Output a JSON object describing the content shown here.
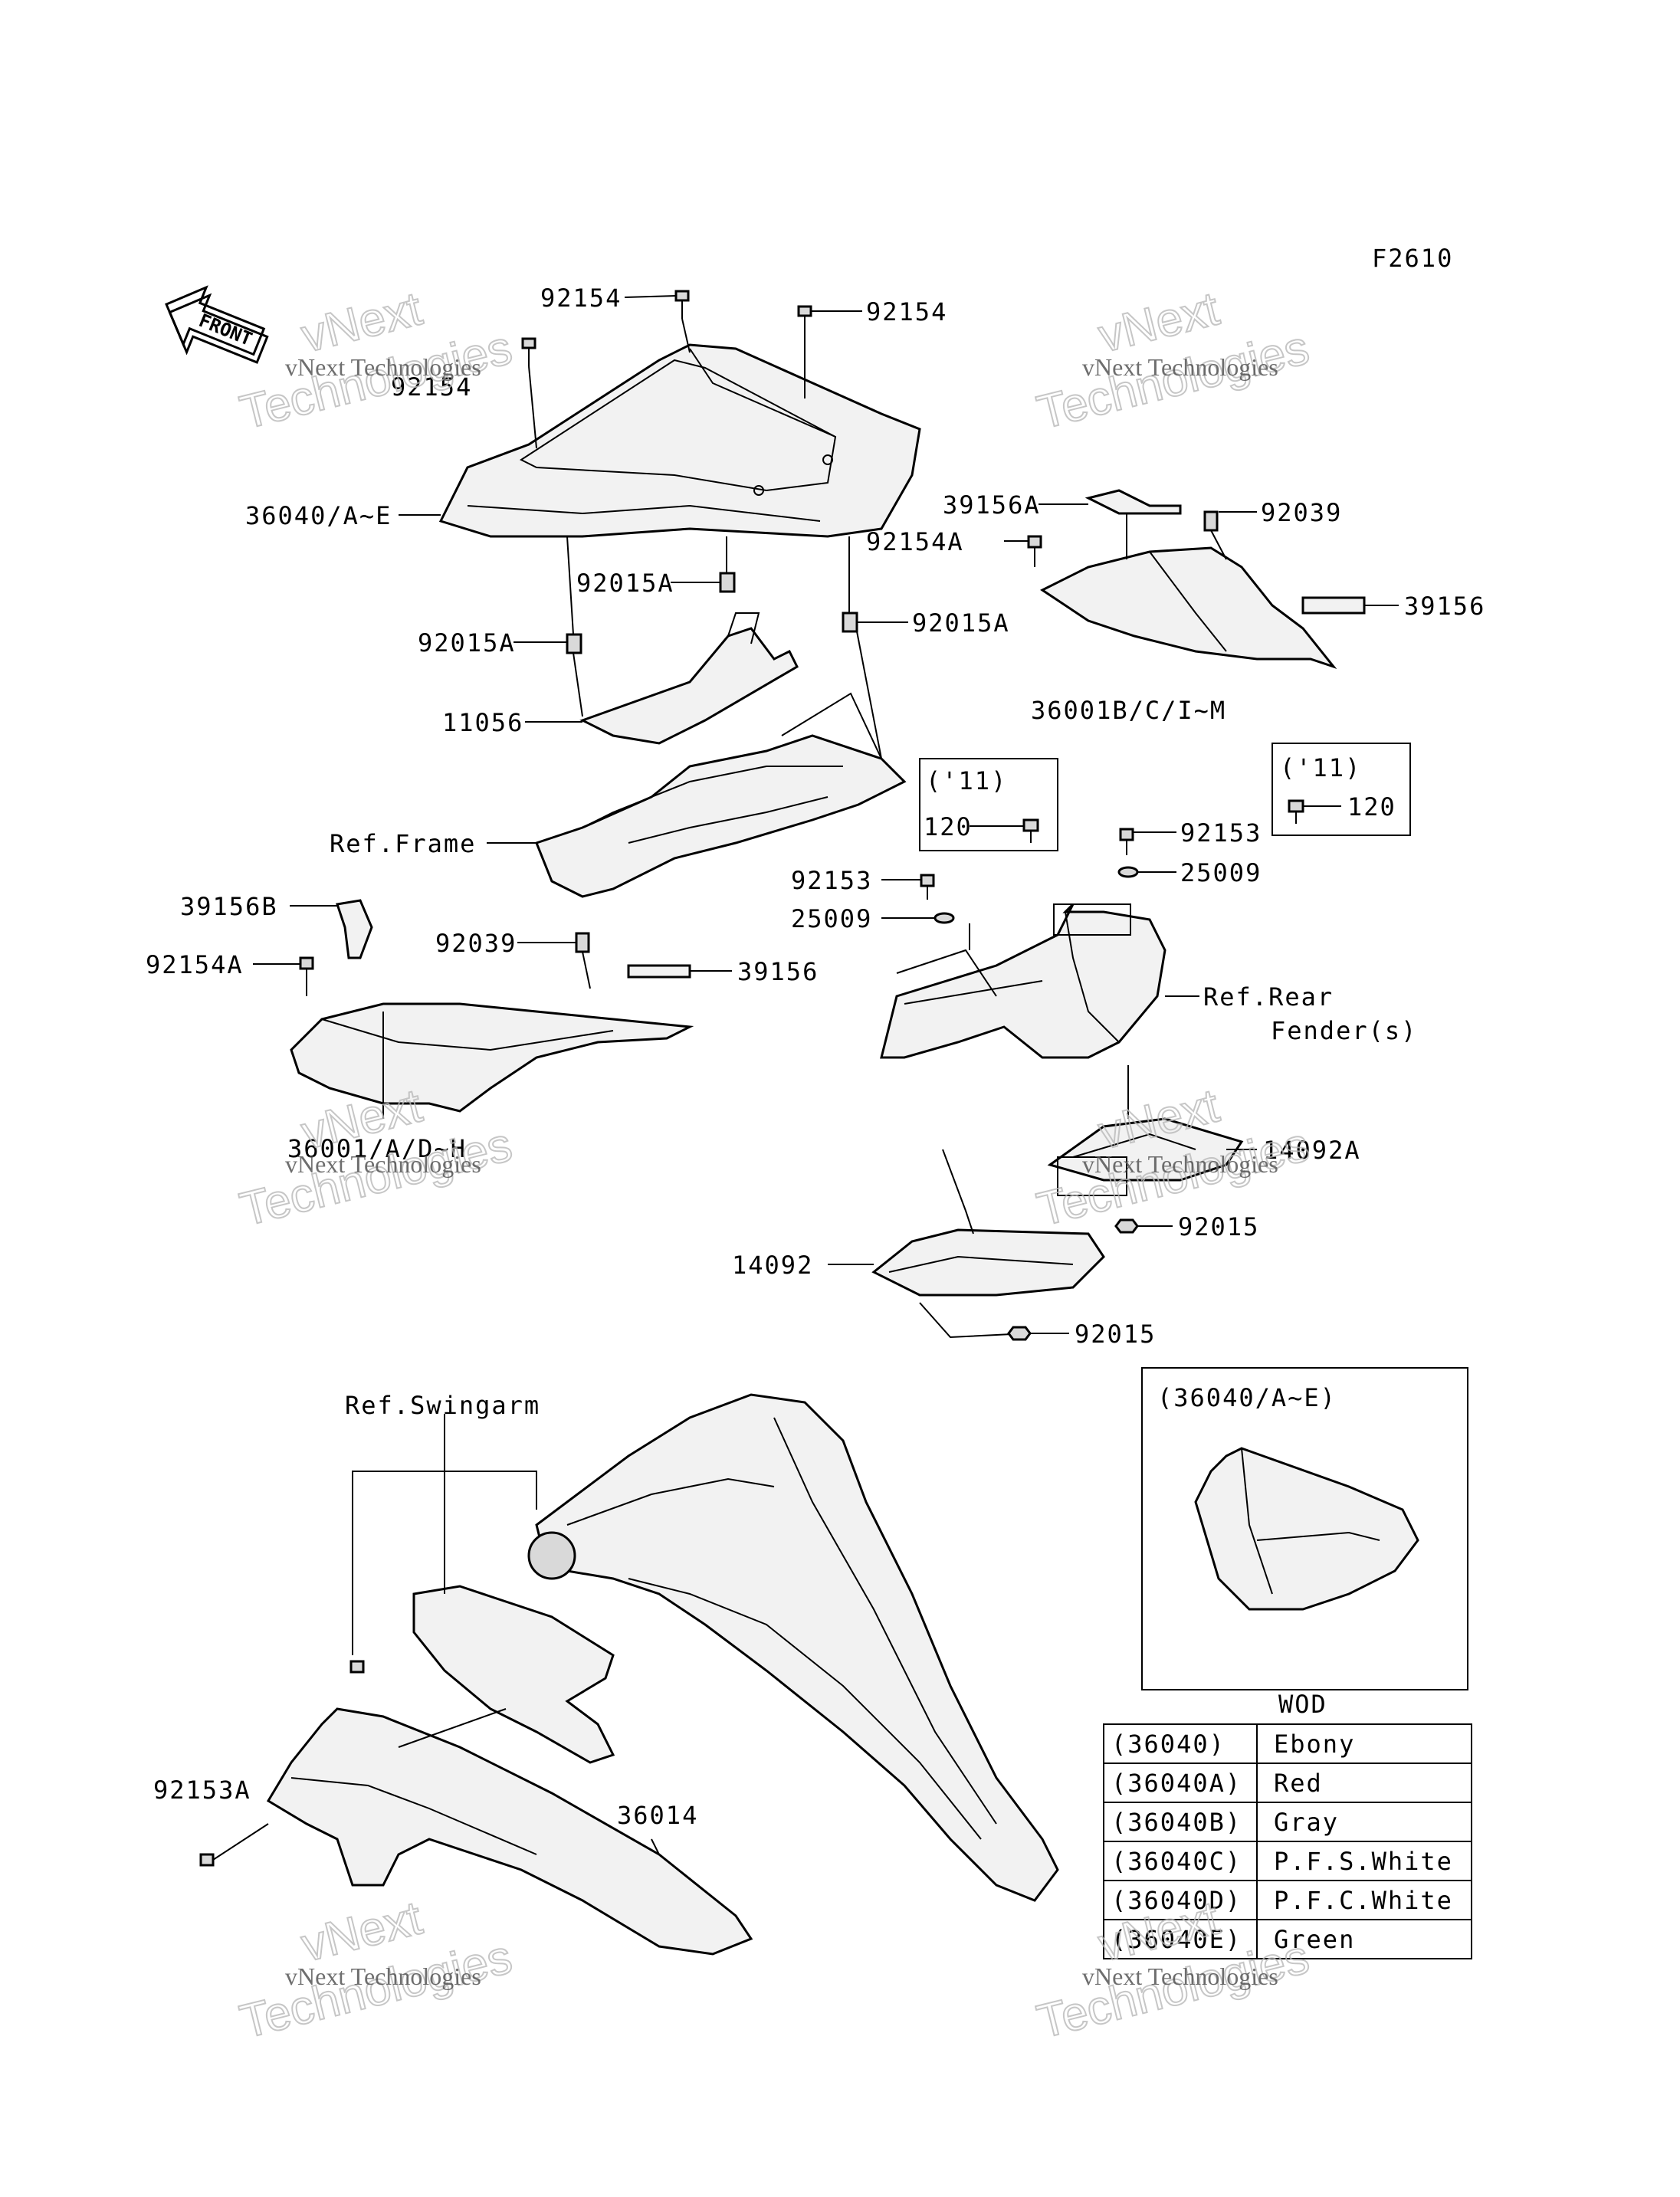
{
  "figure_code": "F2610",
  "front_arrow_label": "FRONT",
  "watermark": {
    "line1": "vNext",
    "line2": "Technologies",
    "small": "vNext Technologies"
  },
  "callouts": {
    "c92154_a": "92154",
    "c92154_b": "92154",
    "c92154_c": "92154",
    "c36040": "36040/A~E",
    "c92015A_a": "92015A",
    "c92015A_b": "92015A",
    "c92015A_c": "92015A",
    "c11056": "11056",
    "c_ref_frame": "Ref.Frame",
    "c39156A": "39156A",
    "c92154A_r": "92154A",
    "c92039_r": "92039",
    "c39156_r": "39156",
    "c36001BC": "36001B/C/I~M",
    "c_y11_a": "('11)",
    "c120_a": "120",
    "c_y11_b": "('11)",
    "c120_b": "120",
    "c92153_r": "92153",
    "c25009_r": "25009",
    "c92153_l": "92153",
    "c25009_l": "25009",
    "c39156B": "39156B",
    "c92039_l": "92039",
    "c39156_l": "39156",
    "c92154A_l": "92154A",
    "c36001AD": "36001/A/D~H",
    "c_ref_rear": "Ref.Rear",
    "c_fender": "Fender(s)",
    "c14092A": "14092A",
    "c92015_a": "92015",
    "c14092": "14092",
    "c92015_b": "92015",
    "c_ref_swingarm": "Ref.Swingarm",
    "c92153A": "92153A",
    "c36014": "36014"
  },
  "inset": {
    "title": "(36040/A~E)"
  },
  "color_table": {
    "caption": "WOD",
    "rows": [
      {
        "code": "(36040)",
        "color": "Ebony"
      },
      {
        "code": "(36040A)",
        "color": "Red"
      },
      {
        "code": "(36040B)",
        "color": "Gray"
      },
      {
        "code": "(36040C)",
        "color": "P.F.S.White"
      },
      {
        "code": "(36040D)",
        "color": "P.F.C.White"
      },
      {
        "code": "(36040E)",
        "color": "Green"
      }
    ]
  }
}
